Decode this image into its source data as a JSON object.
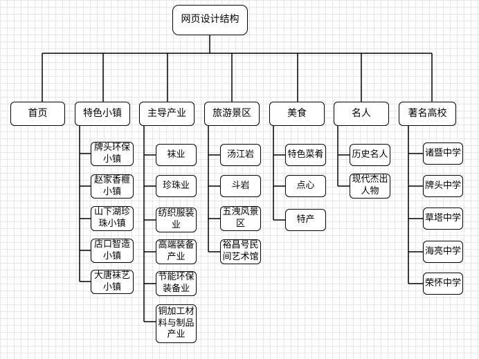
{
  "root": "网页设计结构",
  "categories": [
    {
      "label": "首页",
      "children": []
    },
    {
      "label": "特色小镇",
      "children": [
        "牌头环保小镇",
        "赵家香榧小镇",
        "山下湖珍珠小镇",
        "店口智造小镇",
        "大唐袜艺小镇"
      ]
    },
    {
      "label": "主导产业",
      "children": [
        "袜业",
        "珍珠业",
        "纺织服装业",
        "高端装备产业",
        "节能环保装备业",
        "铜加工材料与制品产业"
      ]
    },
    {
      "label": "旅游景区",
      "children": [
        "汤江岩",
        "斗岩",
        "五洩风景区",
        "裕昌号民间艺术馆"
      ]
    },
    {
      "label": "美食",
      "children": [
        "特色菜肴",
        "点心",
        "特产"
      ]
    },
    {
      "label": "名人",
      "children": [
        "历史名人",
        "现代杰出人物"
      ]
    },
    {
      "label": "著名高校",
      "children": [
        "诸暨中学",
        "牌头中学",
        "草塔中学",
        "海亮中学",
        "荣怀中学"
      ]
    }
  ]
}
